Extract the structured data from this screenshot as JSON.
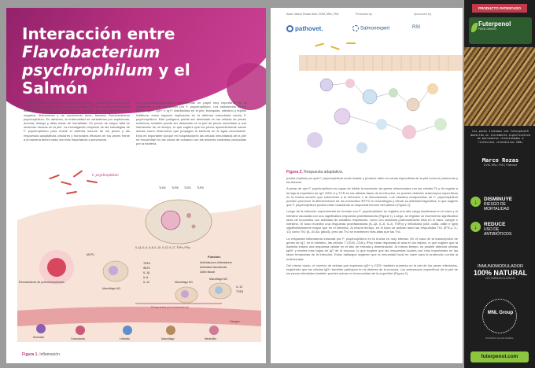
{
  "left_page": {
    "title_line1": "Interacción entre",
    "title_line2": "Flavobacterium",
    "title_line3_italic": "psychrophilum",
    "title_line3_rest": " y el Salmón",
    "intro_col1": "La enfermedad bacteriana del agua fría (BCWD), también conocida como síndrome de los alevines de trucha arcoíris (RTFS), es una enfermedad altamente prevalente en la acuicultura, causada por una bacteria Gram negativa, filamentosa y de crecimiento lento, llamada Flavobacterium psychrophilum. En alevines, la enfermedad se caracteriza por septicemia, anemia, letargo y altas tasas de mortalidad. En peces de mayor talla se observan úlceras en la piel. La investigación respecto de las estrategias de F. psychrophilum para evadir el sistema inmune de los peces y las respuestas adaptativas celulares y humorales eficaces de los peces frente a la bacteria tienen cada vez más importancia a prevención.",
    "intro_col2": "Los monocitos/macrófagos desempeñan un papel muy importante en la resistencia a las infecciones por F. psychrophilum. Los salmónidos tienen células IgM+, IgD+ e IgT+ distribuidas en la piel, branquias, intestino y tejidos linfáticos, estos órganos implicados en la defensa inmunitaria contra F. psychrophilum. Este patógeno puede ser detectado en las células de peces enfermos, también puede ser detectado en la piel de peces sometidos a una interacción de un tiempo, lo que sugiere que los peces aparentemente sanos actúan como reservorios que propagan la bacteria en el agua circundante. Esto es importante porque en hospedadores las células inmunitarias de la piel se encuentran en las zonas de contacto con las lesiones cutáneas producidas por la bacteria.",
    "figure1_caption_label": "Figura 1.",
    "figure1_caption_text": " Inflamación."
  },
  "figure1": {
    "bacterium_label": "F. psychrophilum",
    "receptors": [
      "TLR4",
      "TLR5",
      "TLR2",
      "TLR9"
    ],
    "cytokines": "IL-1β, IL-6, IL-8, IL-10, IL-12, IL-17, TNFα, IFNγ",
    "function_title": "Función:",
    "function_items": [
      "Actividad pro-inflamatoria",
      "Actividad microbicida",
      "Daño tisular"
    ],
    "cell_macrophage": "Macrófago M1",
    "cell_macrophage_m2": "Macrófago M2",
    "recruitment": "Reclutamiento de polimorfonucleares",
    "monocyte_label": "MCP1",
    "mediators": [
      "TNFα",
      "iNOS",
      "IL-1β",
      "IL-6",
      "IL-12"
    ],
    "mediators_m2": [
      "IL-10",
      "TGFβ"
    ],
    "response_label": "Respuesta pro-inflamatoria",
    "bottom_cells": [
      "Monocito",
      "Granulocito",
      "Linfocito",
      "Macrófago",
      "Neutrófilo"
    ],
    "vessel_label": "Sangre"
  },
  "right_page": {
    "authors": "Autor: Marco Rozas Serri, DVM, MSc, PhD",
    "presented_by": "Presented by:",
    "sponsored_by": "Sponsored by:",
    "logo_pathovet": "pathovet.",
    "logo_salmon": "Salmonexpert",
    "logo_rsi": "RSI",
    "figure2_caption_label": "Figura 2.",
    "figure2_caption_text": " Respuesta adaptativa.",
    "body_p1": "podría explicar por qué F. psychrophilum suele invadir y producir daño en zonas específicas de la piel como el pedúnculo y los flancos.",
    "body_p2": "A pesar de que F. psychrophilum es capaz de inhibir la expresión de genes relacionados con las células Th y de regular a la baja la expresión de IgT, MHC-II y TCR en las últimas fases de la infección, se pueden detectar anticuerpos específicos en la trucha arcoíris que sobreviven a la infección o la inmunización. Los estudios enriquecidos de F. psychrophilum pueden promover la diferenciación de los monocitos /RTFS en macrófagos y elevar su actividad fagocítica, lo que sugiere que F. psychrophilum podría estar modulando la respuesta inmune del salmón (Figura 2).",
    "body_p3": "Luego de la infección experimental de truchas con F. psychrophilum se registra una alta carga bacteriana en el bazo y el intestino asociada con una significativa respuesta proinflamatoria (Figura 1). Luego, se registra un incremento significativo tanto de leucocitos con actividad de estallido respiratorio, como con actividad potencialmente letal en el bazo, sangre e intestino. El bazo muestra una respuesta proinflamatoria (IL-1β, IL-6, IL-8, TNFα) y linfocitaria (cd4, cd8a, cd8b e IgM) significativamente mayor que en el intestino. Al mismo tiempo, en el bazo se activan tanto las respuestas Th1 (IFN-γ, IL-12) como Th2 (IL-4/13a, gata3), pero las Th2 se mantienen más altas que las Th1.",
    "body_p4": "La respuesta inflamatoria inducida por F. psychrophilum en la trucha es muy intensa. En el caso de la transcripción de genes de IgT, en el intestino, las células T CD3δ, CD8 y IFNγ están reguladas al alza en los tejidos, lo que sugiere que la bacteria induce una respuesta celular en el sitio de entrada y diseminación. Al mismo tiempo, es posible detectar células IgM+ y niveles más bajos de IgT de la mucosa, lo que sugiere que las respuestas locales son más importantes en las fases tempranas de la infección. Estos hallazgos sugieren que la inmunidad local es clave para la protección contra la enfermedad.",
    "body_p5": "Del mismo modo, el número de células que expresan IgD+ y CD3+ también aumenta en la piel de los peces infectados, sugiriendo que las células IgD+ también participan en la defensa de la mucosa. Los anticuerpos específicos de la piel de los peces infectados también pueden actuar en la inmunidad de la superficie (Figura 2)."
  },
  "ad": {
    "tag": "PRODUCTO PATENTADO",
    "brand": "Futerpenol",
    "brand_sub": "FEED GREEN",
    "quote": "Los peces tratados con Futerpenol® muestran un incremento significativo de marcadores relacionados a linfocitos citotóxicos CD8+",
    "person_name": "Marco Rozas",
    "person_role": "DVM, MSc, PhD | Pathovet",
    "f1_icon": "↓",
    "f1_t1": "DISMINUYE",
    "f1_t2": "RIESGO DE",
    "f1_t3": "MORTALIDAD",
    "f2_icon": "↓",
    "f2_t1": "REDUCE",
    "f2_t2": "USO DE",
    "f2_t3": "ANTIBIÓTICOS",
    "imm_a": "INMUNOMODULADOR",
    "imm_b": "100% NATURAL",
    "imm_c": "NO FARMACOLÓGICO",
    "group": "MNL Group",
    "group_sub": "DIVISIÓN SALUD ANIMAL",
    "url": "futerpenol.com"
  },
  "colors": {
    "header_magenta": "#b5307e",
    "caption_accent": "#c0357f",
    "ad_green": "#8cc63f",
    "ad_tag_red": "#c23a4a"
  }
}
